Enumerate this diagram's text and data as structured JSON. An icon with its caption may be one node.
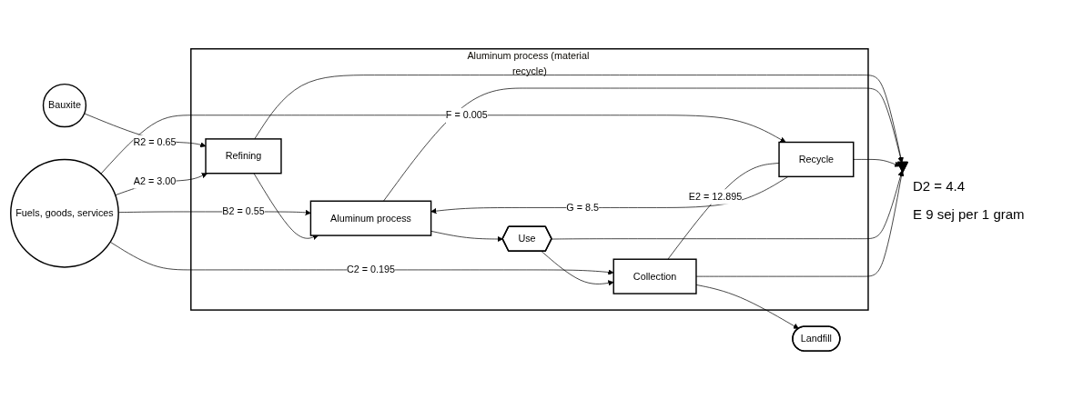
{
  "diagram": {
    "nodes": [
      {
        "text": [
          "Aluminum process (material recycle)"
        ]
      },
      {
        "text": [
          "Bauxite"
        ]
      },
      {
        "text": [
          "Fuels, goods, services"
        ]
      },
      {
        "text": [
          "Refining"
        ],
        "in": 0
      },
      {
        "text": [
          "Recycle"
        ],
        "in": 0
      },
      {
        "text": [
          "Aluminum process"
        ],
        "in": 0
      },
      {
        "text": [
          "Use"
        ],
        "in": 0
      },
      {
        "text": [
          "Collection"
        ],
        "in": 0
      },
      {
        "text": [
          "Landfill"
        ]
      },
      {
        "text": [],
        "shape": "ground"
      }
    ],
    "edges": [
      {
        "from": 1,
        "to": 3,
        "arrow": "to",
        "label": "R2 =  0.65"
      },
      {
        "from": 2,
        "to": 3,
        "arrow": "to",
        "label": "A2 = 3.00"
      },
      {
        "from": 2,
        "to": 4,
        "arrow": "to",
        "label": "F = 0.005"
      },
      {
        "from": 2,
        "to": 5,
        "arrow": "to",
        "label": "B2 = 0.55"
      },
      {
        "from": 2,
        "to": 7,
        "arrow": "to",
        "label": "C2 = 0.195"
      },
      {
        "from": 4,
        "to": 5,
        "arrow": "to",
        "label": "G = 8.5"
      },
      {
        "from": 7,
        "to": 4,
        "arrow": "none",
        "label": "E2 = 12.895"
      },
      {
        "from": 3,
        "to": 5,
        "arrow": "to"
      },
      {
        "from": 5,
        "to": 6,
        "arrow": "to"
      },
      {
        "from": 6,
        "to": 7,
        "arrow": "to"
      },
      {
        "from": 7,
        "to": 8,
        "arrow": "to"
      },
      {
        "from": 3,
        "to": 9,
        "arrow": "to"
      },
      {
        "from": 5,
        "to": 9,
        "arrow": "to"
      },
      {
        "from": 4,
        "to": 9,
        "arrow": "to"
      },
      {
        "from": 6,
        "to": 9,
        "arrow": "to"
      },
      {
        "from": 7,
        "to": 9,
        "arrow": "to"
      }
    ],
    "labels": [
      "D2 = 4.4",
      "E 9 sej per 1 gram"
    ]
  }
}
